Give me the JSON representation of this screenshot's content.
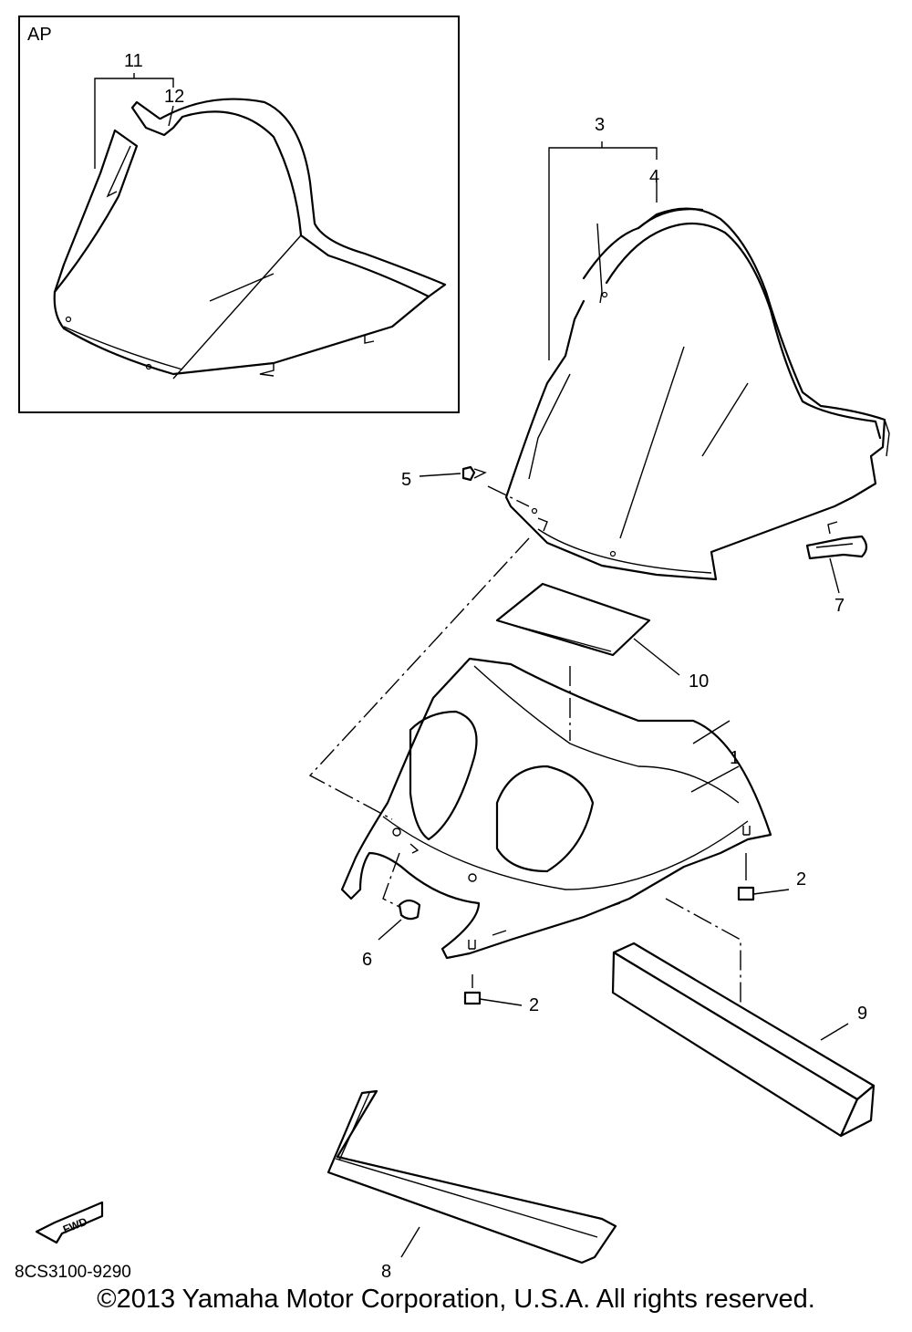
{
  "inset": {
    "label": "AP"
  },
  "callouts": {
    "c1": "1",
    "c2a": "2",
    "c2b": "2",
    "c3": "3",
    "c4": "4",
    "c5": "5",
    "c6": "6",
    "c7": "7",
    "c8": "8",
    "c9": "9",
    "c10": "10",
    "c11": "11",
    "c12": "12"
  },
  "fwd_label": "FWD",
  "drawing_number": "8CS3100-9290",
  "copyright": "©2013 Yamaha Motor Corporation, U.S.A. All rights reserved."
}
